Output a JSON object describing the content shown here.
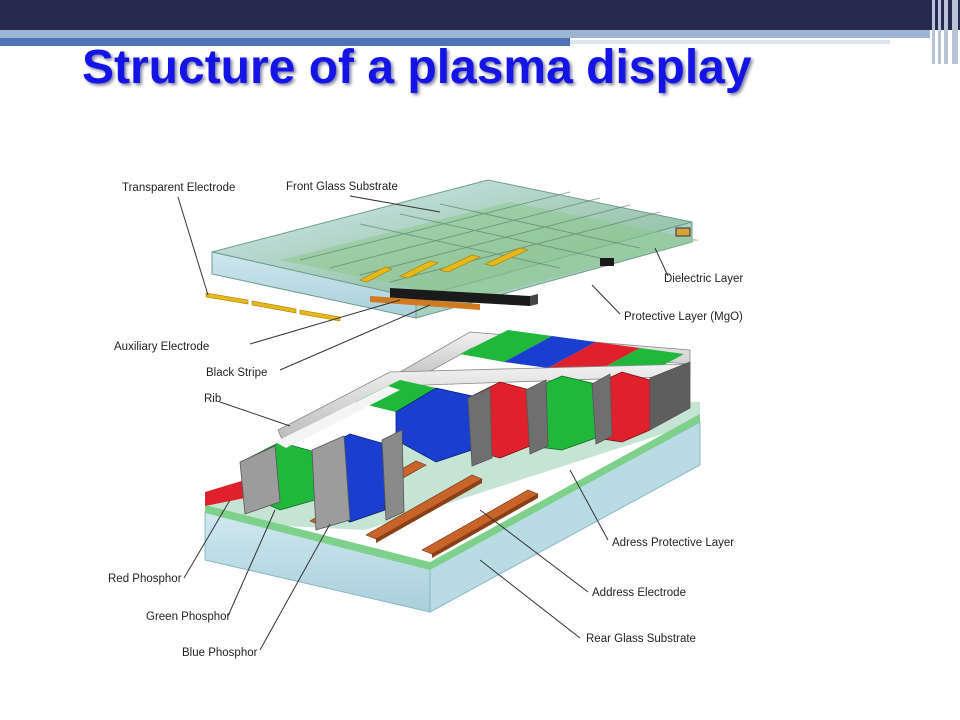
{
  "title": "Structure of a plasma display",
  "labels": {
    "transparent_electrode": "Transparent Electrode",
    "front_glass_substrate": "Front Glass Substrate",
    "dielectric_layer": "Dielectric Layer",
    "protective_layer": "Protective Layer (MgO)",
    "auxiliary_electrode": "Auxiliary Electrode",
    "black_stripe": "Black Stripe",
    "rib": "Rib",
    "red_phosphor": "Red Phosphor",
    "green_phosphor": "Green Phosphor",
    "blue_phosphor": "Blue Phosphor",
    "adress_protective_layer": "Adress Protective Layer",
    "address_electrode": "Address Electrode",
    "rear_glass_substrate": "Rear Glass Substrate"
  },
  "colors": {
    "header_bar": "#262a50",
    "title": "#1414e6",
    "red_phosphor": "#e0202a",
    "green_phosphor": "#1fb83a",
    "blue_phosphor": "#1a3fd0",
    "address_electrode": "#c8642a",
    "black_stripe": "#1a1a1a",
    "electrode_gold": "#e8b818"
  }
}
